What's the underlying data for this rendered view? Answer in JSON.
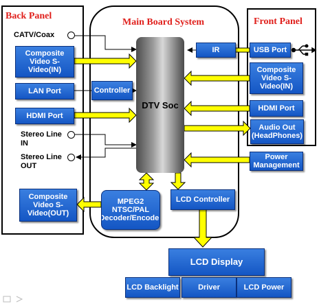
{
  "panels": {
    "back": "Back Panel",
    "main": "Main Board System",
    "front": "Front Panel"
  },
  "back_panel": {
    "catv": "CATV/Coax",
    "composite_in": "Composite Video S-Video(IN)",
    "lan": "LAN Port",
    "hdmi": "HDMI Port",
    "stereo_in": "Stereo Line IN",
    "stereo_out": "Stereo Line OUT",
    "composite_out": "Composite Video S-Video(OUT)"
  },
  "main_board": {
    "ir": "IR",
    "controller": "Controller",
    "soc": "DTV Soc",
    "mpeg": "MPEG2 NTSC/PAL Decoder/Encoder",
    "lcd_controller": "LCD Controller"
  },
  "front_panel": {
    "usb": "USB Port",
    "composite_in": "Composite Video S-Video(IN)",
    "hdmi": "HDMI Port",
    "audio_out": "Audio Out (HeadPhones)",
    "power": "Power Management"
  },
  "lcd": {
    "display": "LCD Display",
    "backlight": "LCD Backlight",
    "driver": "Driver",
    "power": "LCD Power"
  },
  "colors": {
    "title_red": "#e0201c",
    "box_blue": "#1f64d2",
    "arrow_yellow": "#ffff00"
  }
}
